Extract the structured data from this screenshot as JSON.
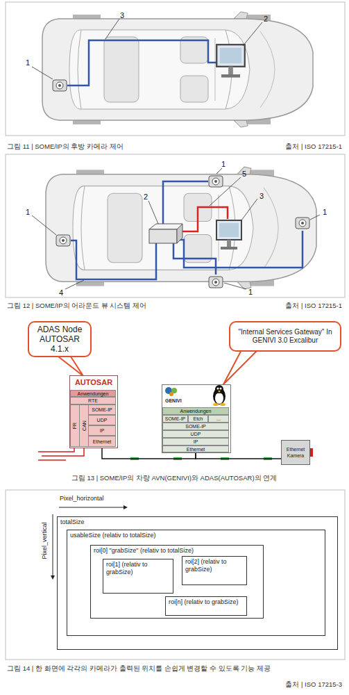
{
  "diagram": {
    "nodes": [
      {
        "text": [
          "ADAS Node AUTOSAR 4.1.x"
        ]
      },
      {
        "text": [
          "\"Internal Services Gateway\" In GENIVI 3.0 Excalibur"
        ]
      },
      {
        "text": [
          "AUTOSAR"
        ]
      },
      {
        "text": [
          "Anwendungen"
        ],
        "in": 2
      },
      {
        "text": [
          "RTE"
        ],
        "in": 2
      },
      {
        "text": [
          "FR"
        ],
        "in": 2
      },
      {
        "text": [
          "CAN"
        ],
        "in": 2
      },
      {
        "text": [
          "SOME-IP"
        ],
        "in": 2
      },
      {
        "text": [
          "UDP"
        ],
        "in": 2
      },
      {
        "text": [
          "IP"
        ],
        "in": 2
      },
      {
        "text": [
          "Ethernet"
        ],
        "in": 2
      },
      {
        "text": [
          "GENIVI"
        ]
      },
      {
        "text": [
          "Anwendungen"
        ],
        "in": 11
      },
      {
        "text": [
          "SOME-IP"
        ],
        "in": 11
      },
      {
        "text": [
          "Etch"
        ],
        "in": 11
      },
      {
        "text": [
          "..."
        ],
        "in": 11
      },
      {
        "text": [
          "SOME-IP"
        ],
        "in": 11
      },
      {
        "text": [
          "UDP"
        ],
        "in": 11
      },
      {
        "text": [
          "IP"
        ],
        "in": 11
      },
      {
        "text": [
          "Ethernet"
        ],
        "in": 11
      },
      {
        "text": [
          "Ethernet Kamera"
        ]
      },
      {
        "text": [
          "totalSize"
        ]
      },
      {
        "text": [
          "usableSize (relativ to totalSize)"
        ],
        "in": 21
      },
      {
        "text": [
          "roi[0] \"grabSize\" (relativ to totalSize)"
        ],
        "in": 22
      },
      {
        "text": [
          "roi[1] (relativ to grabSize)"
        ],
        "in": 23
      },
      {
        "text": [
          "roi[2] (relativ to grabSize)"
        ],
        "in": 23
      },
      {
        "text": [
          "roi[n] (relativ to grabSize)"
        ],
        "in": 23
      }
    ],
    "edges": [
      {
        "from": 10,
        "to": 19,
        "arrow": "none"
      },
      {
        "from": 19,
        "to": 20,
        "arrow": "none"
      }
    ],
    "labels": [
      "1",
      "2",
      "3",
      "그림 11 | SOME/IP의 후방 카메라 제어",
      "출처 | ISO 17215-1",
      "1",
      "2",
      "1",
      "5",
      "3",
      "1",
      "1",
      "4",
      "그림 12 | SOME/IP의 어라운드 뷰 시스템 제어",
      "출처 | ISO 17215-1",
      "그림 13 | SOME/IP의 차량 AVN(GENIVI)와 ADAS(AUTOSAR)의 연계",
      "Pixel_horizontal",
      "Pixel_vertical",
      "그림 14 | 한 화면에 각각의 카메라가 출력된 위치를 손쉽게 변경할 수 있도록 기능 제공",
      "출처 | ISO 17215-3"
    ]
  }
}
